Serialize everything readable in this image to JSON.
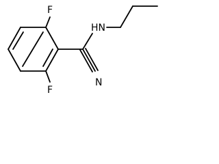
{
  "molecule": {
    "atoms": {
      "fluorine_top": "F",
      "fluorine_bottom": "F",
      "amine": "HN",
      "nitrile_nitrogen": "N"
    }
  }
}
